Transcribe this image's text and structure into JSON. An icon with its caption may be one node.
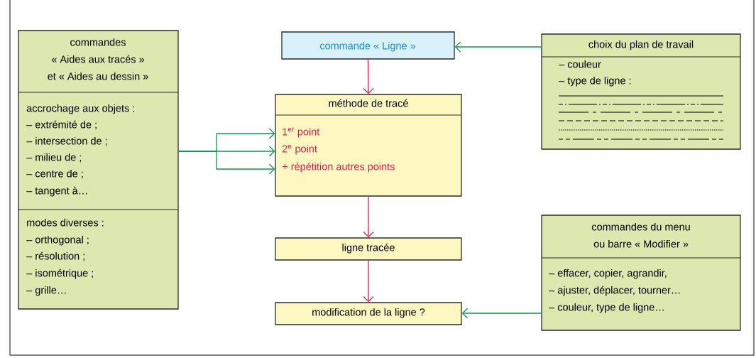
{
  "diagram": {
    "nodes": [
      {
        "text": [
          "commandes",
          "« Aides aux tracés »",
          "et « Aides au dessin »",
          "accrochage aux objets :",
          "– extrémité de ;",
          "– intersection de ;",
          "– milieu de ;",
          "– centre de ;",
          "– tangent à…",
          "modes diverses :",
          "– orthogonal ;",
          "– résolution ;",
          "– isométrique ;",
          "– grille…"
        ]
      },
      {
        "text": [
          "commande « Ligne »"
        ]
      },
      {
        "text": [
          "méthode de tracé",
          "1$^{er}$ point",
          "2$^{e}$ point",
          "+ répétition autres points"
        ]
      },
      {
        "text": [
          "ligne tracée"
        ]
      },
      {
        "text": [
          "modification de la ligne ?"
        ]
      },
      {
        "text": [
          "choix du plan de travail",
          "– couleur",
          "– type de ligne :"
        ]
      },
      {
        "text": [
          "commandes du menu",
          "ou barre « Modifier »",
          "– effacer, copier, agrandir,",
          "– ajuster, déplacer, tourner…",
          "– couleur, type de ligne…"
        ]
      }
    ],
    "edges": [
      {
        "from": 0,
        "to": 2,
        "arrow": "to"
      },
      {
        "from": 0,
        "to": 2,
        "arrow": "to"
      },
      {
        "from": 0,
        "to": 2,
        "arrow": "to"
      },
      {
        "from": 1,
        "to": 2,
        "arrow": "to",
        "color": "#d8204e"
      },
      {
        "from": 2,
        "to": 3,
        "arrow": "to",
        "color": "#d8204e"
      },
      {
        "from": 3,
        "to": 4,
        "arrow": "to",
        "color": "#d8204e"
      },
      {
        "from": 5,
        "to": 1,
        "arrow": "to"
      },
      {
        "from": 6,
        "to": 4,
        "arrow": "to"
      }
    ]
  }
}
